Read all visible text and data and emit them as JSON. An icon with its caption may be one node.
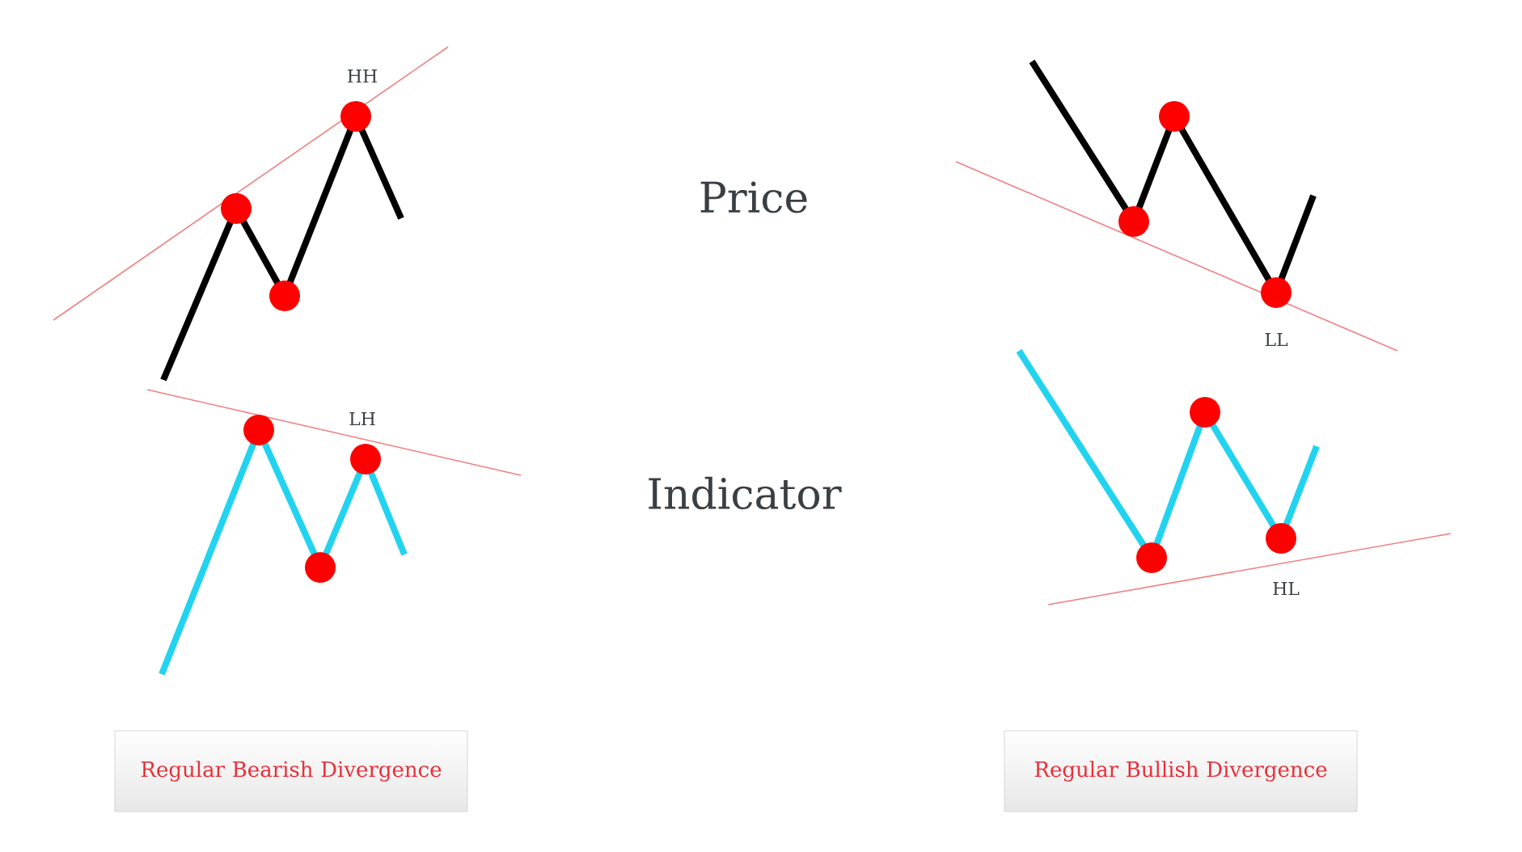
{
  "diagram": {
    "nodes": [
      {
        "text": [
          "Regular Bearish Divergence"
        ]
      },
      {
        "text": [
          "Regular Bullish Divergence"
        ]
      }
    ],
    "labels": [
      "HH",
      "Price",
      "LL",
      "LH",
      "Indicator",
      "HL"
    ]
  }
}
